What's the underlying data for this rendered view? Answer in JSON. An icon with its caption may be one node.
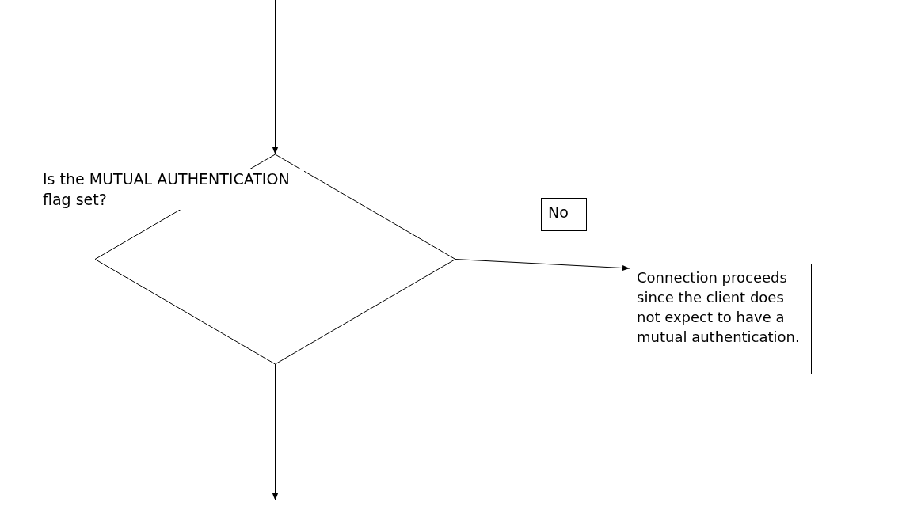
{
  "diagram": {
    "nodes": [
      {
        "text": [
          "Is the MUTUAL AUTHENTICATION flag set?"
        ]
      },
      {
        "text": [
          "No"
        ]
      },
      {
        "text": [
          "Connection proceeds since the client does not expect to have a mutual authentication."
        ]
      }
    ],
    "edges": [
      {
        "from": null,
        "to": 0,
        "arrow": "to"
      },
      {
        "from": 0,
        "to": 2,
        "arrow": "to"
      },
      {
        "from": 0,
        "to": null,
        "arrow": "to"
      }
    ]
  }
}
